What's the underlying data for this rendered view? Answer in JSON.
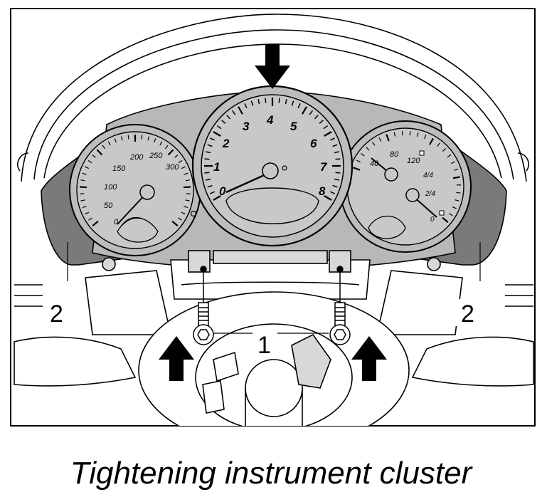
{
  "callouts": {
    "screws": "1",
    "left_cover": "2",
    "right_cover": "2"
  },
  "speedometer": {
    "scale": [
      "0",
      "50",
      "100",
      "150",
      "200",
      "250",
      "300"
    ]
  },
  "tachometer": {
    "scale": [
      "0",
      "1",
      "2",
      "3",
      "4",
      "5",
      "6",
      "7",
      "8"
    ]
  },
  "combo_gauge": {
    "temp_scale": [
      "40",
      "80",
      "120"
    ],
    "fuel_scale": [
      "0",
      "2/4",
      "4/4"
    ]
  },
  "caption": "Tightening instrument cluster"
}
